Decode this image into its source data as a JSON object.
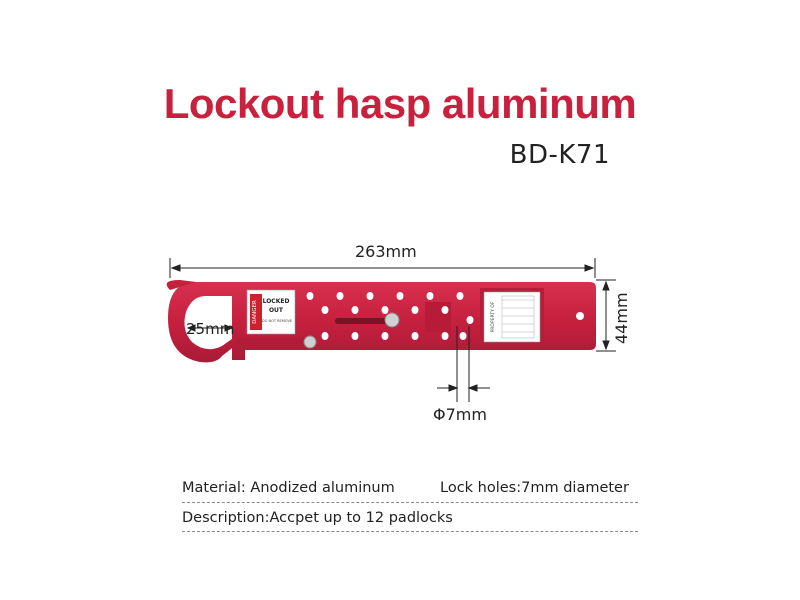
{
  "header": {
    "title": "Lockout hasp aluminum",
    "model": "BD-K71"
  },
  "dimensions": {
    "length": "263mm",
    "height": "44mm",
    "hook_opening": "25mm",
    "hole_diameter": "Φ7mm"
  },
  "tag": {
    "danger": "DANGER",
    "line1": "LOCKED",
    "line2": "OUT",
    "line3": "DO NOT REMOVE"
  },
  "label": {
    "text": "PROPERTY OF"
  },
  "specs": {
    "material": "Material: Anodized aluminum",
    "lock_holes": "Lock holes:7mm diameter",
    "description": "Description:Accpet up to 12 padlocks"
  },
  "colors": {
    "title": "#c8213e",
    "body": "#c6203f",
    "body_dark": "#9d1830"
  }
}
